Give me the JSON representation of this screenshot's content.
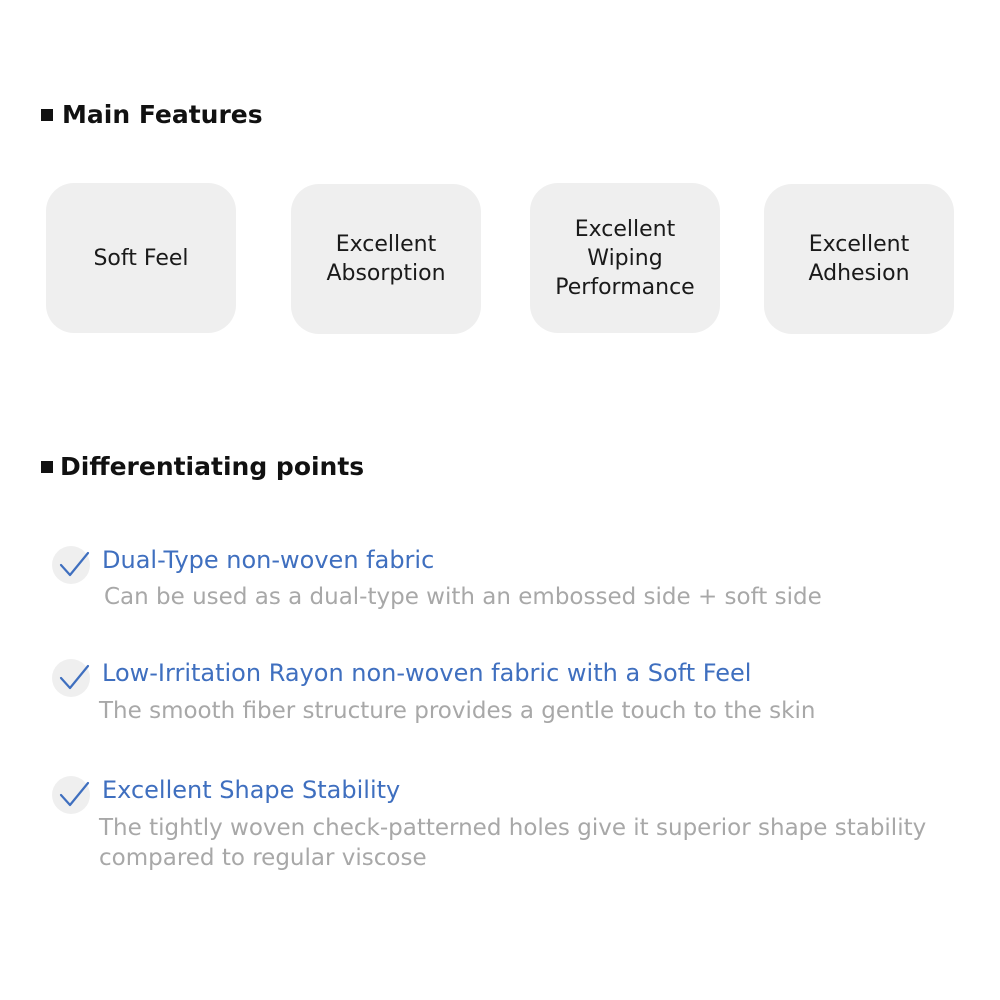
{
  "main_features": {
    "title": "Main Features",
    "cards": [
      {
        "label": "Soft Feel"
      },
      {
        "label": "Excellent\nAbsorption"
      },
      {
        "label": "Excellent\nWiping\nPerformance"
      },
      {
        "label": "Excellent\nAdhesion"
      }
    ]
  },
  "differentiating": {
    "title": "Differentiating points",
    "icon": "checkmark-icon",
    "check_color": "#3f6fbf",
    "points": [
      {
        "title": "Dual-Type non-woven fabric",
        "description": "Can be used as a dual-type with an embossed side + soft side"
      },
      {
        "title": "Low-Irritation Rayon non-woven fabric with a Soft Feel",
        "description": "The smooth fiber structure provides a gentle touch to the skin"
      },
      {
        "title": "Excellent Shape Stability",
        "description": "The tightly woven check-patterned holes give it superior shape stability compared to regular viscose"
      }
    ]
  }
}
